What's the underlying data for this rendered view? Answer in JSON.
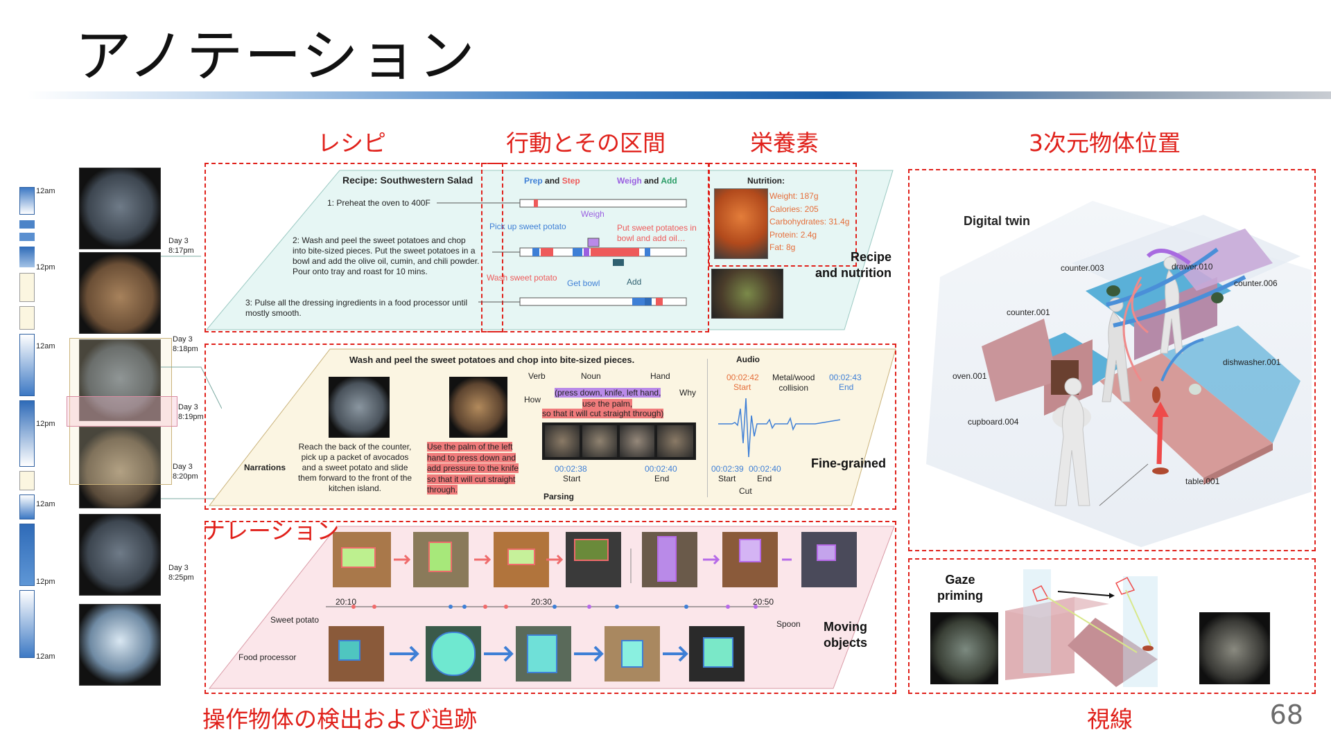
{
  "title": "アノテーション",
  "page_number": "68",
  "sections": {
    "recipe": "レシピ",
    "actions": "行動とその区間",
    "nutrition": "栄養素",
    "object3d": "3次元物体位置",
    "narration": "ナレーション",
    "tracking": "操作物体の検出および追跡",
    "gaze": "視線"
  },
  "timeline": {
    "labels": [
      "12am",
      "12pm",
      "12am",
      "12pm",
      "12am",
      "12pm",
      "12am"
    ],
    "days": [
      "Day 3\n8:17pm",
      "Day 3\n8:18pm",
      "Day 3\n8:19pm",
      "Day 3\n8:20pm",
      "Day 3\n8:25pm"
    ]
  },
  "recipe_panel": {
    "heading": "Recipe: Southwestern Salad",
    "step1": "1: Preheat the oven to 400F",
    "step2": "2: Wash and peel the sweet potatoes and chop into bite-sized pieces. Put the sweet potatoes in a bowl and add the olive oil, cumin, and chili powder.  Pour onto tray and roast for 10 mins.",
    "step3": "3: Pulse all the dressing ingredients in a food processor until mostly smooth.",
    "legend_a": "Prep",
    "legend_and1": "and",
    "legend_b": "Step",
    "legend_c": "Weigh",
    "legend_and2": "and",
    "legend_d": "Add",
    "weigh": "Weigh",
    "pick": "Pick up sweet potato",
    "put": "Put sweet potatoes in bowl and add oil…",
    "wash": "Wash sweet potato",
    "getbowl": "Get bowl",
    "add": "Add",
    "nutrition_head": "Nutrition:",
    "nutrition": [
      "Weight: 187g",
      "Calories: 205",
      "Carbohydrates: 31.4g",
      "Protein: 2.4g",
      "Fat: 8g"
    ],
    "tag": "Recipe\nand nutrition"
  },
  "fine_panel": {
    "heading": "Wash and peel the sweet potatoes and chop into bite-sized pieces.",
    "narrations_label": "Narrations",
    "narration_text": "Reach the back of the counter, pick up a packet of avocados and a sweet potato and slide them forward to the front of the kitchen island.",
    "verb": "Verb",
    "noun": "Noun",
    "hand": "Hand",
    "how": "How",
    "why": "Why",
    "parse1": "(press down, knife, left hand,",
    "parse2": "use the palm,",
    "parse3": "so that it will cut straight through)",
    "use_palm_text": "Use the palm of the left hand to press down and add pressure to the knife so that it will cut straight through.",
    "t_start": "00:02:38",
    "t_start_l": "Start",
    "t_end": "00:02:40",
    "t_end_l": "End",
    "parsing": "Parsing",
    "audio": "Audio",
    "a_t1": "00:02:42",
    "a_t1_l": "Start",
    "a_mw": "Metal/wood\ncollision",
    "a_t2": "00:02:43",
    "a_t2_l": "End",
    "a_t3": "00:02:39",
    "a_t3_l": "Start",
    "a_t4": "00:02:40",
    "a_t4_l": "End",
    "cut": "Cut",
    "tag": "Fine-grained"
  },
  "moving_panel": {
    "t1": "20:10",
    "t2": "20:30",
    "t3": "20:50",
    "sweet": "Sweet potato",
    "spoon": "Spoon",
    "food": "Food processor",
    "tag": "Moving\nobjects"
  },
  "twin_panel": {
    "title": "Digital twin",
    "labels": [
      "counter.003",
      "drawer.010",
      "counter.006",
      "counter.001",
      "oven.001",
      "dishwasher.001",
      "cupboard.004",
      "table.001"
    ]
  },
  "gaze_panel": {
    "label": "Gaze\npriming"
  }
}
